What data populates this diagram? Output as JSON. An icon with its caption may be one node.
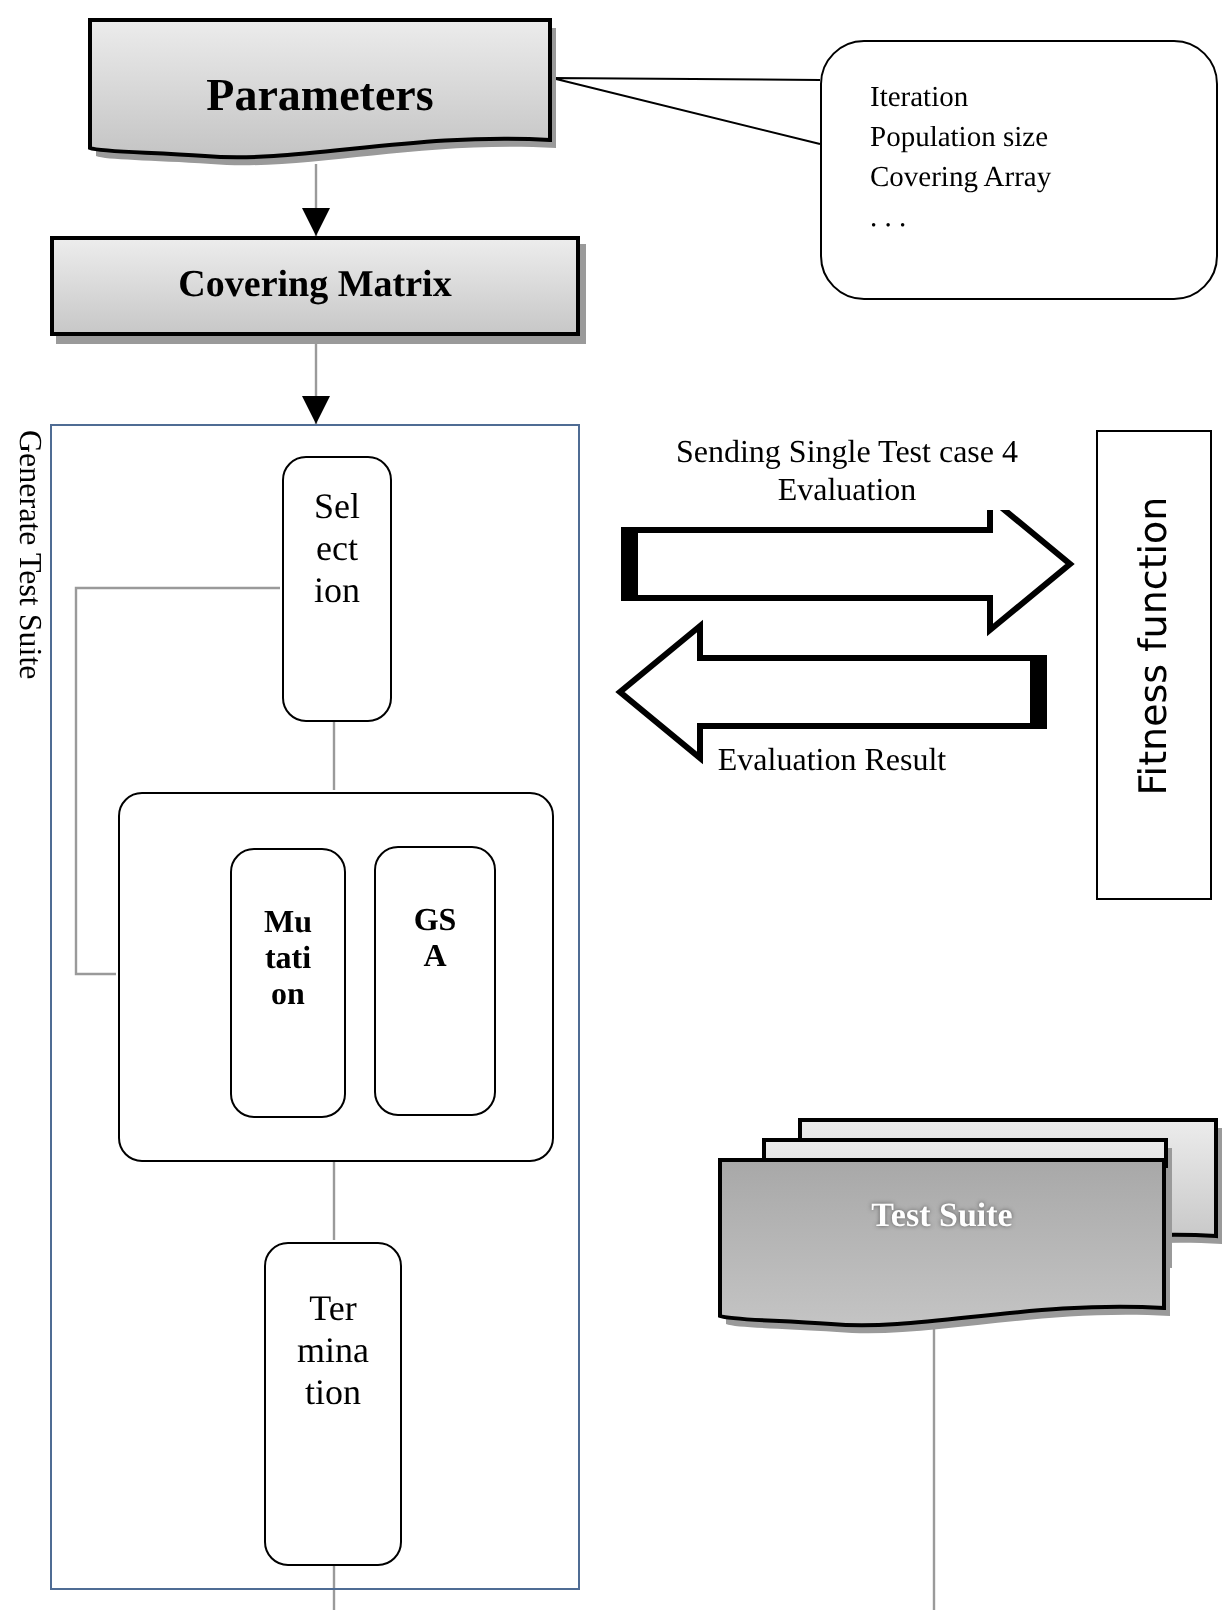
{
  "diagram": {
    "nodes": [
      {
        "text": [
          "Parameters"
        ]
      },
      {
        "text": [
          "Iteration",
          "Population size",
          "Covering Array",
          ". . ."
        ]
      },
      {
        "text": [
          "Covering Matrix"
        ]
      },
      {
        "text": [
          "Generate Test Suite"
        ]
      },
      {
        "text": [
          "Selection"
        ],
        "in": 3
      },
      {
        "text": [],
        "shape": "box",
        "in": 3
      },
      {
        "text": [
          "Mutation"
        ],
        "in": 5
      },
      {
        "text": [
          "GSA"
        ],
        "in": 5
      },
      {
        "text": [
          "Termination"
        ],
        "in": 3
      },
      {
        "text": [
          "Fitness function"
        ]
      },
      {
        "text": [
          "Test Suite"
        ]
      }
    ],
    "edges": [
      {
        "from": 0,
        "to": 2,
        "arrow": "to"
      },
      {
        "from": 2,
        "to": 3,
        "arrow": "to"
      },
      {
        "from": 4,
        "to": 5,
        "arrow": "none"
      },
      {
        "from": 5,
        "to": 4,
        "arrow": "none"
      },
      {
        "from": 5,
        "to": 8,
        "arrow": "none"
      },
      {
        "from": 8,
        "to": null,
        "arrow": "none"
      },
      {
        "from": 3,
        "to": 9,
        "arrow": "to",
        "style": "thick",
        "label": "Sending Single Test case 4 Evaluation"
      },
      {
        "from": 9,
        "to": 3,
        "arrow": "to",
        "style": "thick",
        "label": "Evaluation Result"
      },
      {
        "from": 10,
        "to": null,
        "arrow": "none"
      },
      {
        "from": 1,
        "to": 0,
        "arrow": "none",
        "color": "#000000"
      }
    ]
  }
}
